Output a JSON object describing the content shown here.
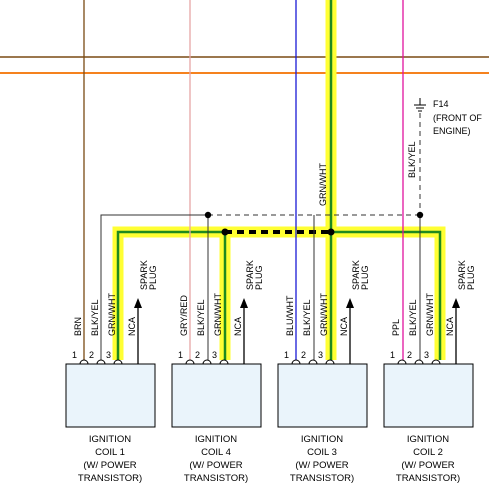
{
  "ground": {
    "id": "F14",
    "line1": "(FRONT OF",
    "line2": "ENGINE)"
  },
  "ground_wire_color": "BLK/YEL",
  "top_wire_color": "GRN/WHT",
  "colors": {
    "brown": "#7a4a14",
    "pink_wire": "#e6a6a6",
    "blue": "#1a1ad6",
    "magenta": "#e0139e",
    "orange": "#f5821e",
    "highlight_yellow": "#ffff33",
    "wire_green": "#1e8a1e",
    "box_fill": "#eaf4fb"
  },
  "coils": [
    {
      "name_line1": "IGNITION",
      "name_line2": "COIL 1",
      "name_line3": "(W/ POWER",
      "name_line4": "TRANSISTOR)",
      "pins": [
        {
          "num": "1",
          "wire": "BRN"
        },
        {
          "num": "2",
          "wire": "BLK/YEL"
        },
        {
          "num": "3",
          "wire": "GRN/WHT"
        }
      ],
      "nca": "NCA",
      "spark_line1": "SPARK",
      "spark_line2": "PLUG"
    },
    {
      "name_line1": "IGNITION",
      "name_line2": "COIL 4",
      "name_line3": "(W/ POWER",
      "name_line4": "TRANSISTOR)",
      "pins": [
        {
          "num": "1",
          "wire": "GRY/RED"
        },
        {
          "num": "2",
          "wire": "BLK/YEL"
        },
        {
          "num": "3",
          "wire": "GRN/WHT"
        }
      ],
      "nca": "NCA",
      "spark_line1": "SPARK",
      "spark_line2": "PLUG"
    },
    {
      "name_line1": "IGNITION",
      "name_line2": "COIL 3",
      "name_line3": "(W/ POWER",
      "name_line4": "TRANSISTOR)",
      "pins": [
        {
          "num": "1",
          "wire": "BLU/WHT"
        },
        {
          "num": "2",
          "wire": "BLK/YEL"
        },
        {
          "num": "3",
          "wire": "GRN/WHT"
        }
      ],
      "nca": "NCA",
      "spark_line1": "SPARK",
      "spark_line2": "PLUG"
    },
    {
      "name_line1": "IGNITION",
      "name_line2": "COIL 2",
      "name_line3": "(W/ POWER",
      "name_line4": "TRANSISTOR)",
      "pins": [
        {
          "num": "1",
          "wire": "PPL"
        },
        {
          "num": "2",
          "wire": "BLK/YEL"
        },
        {
          "num": "3",
          "wire": "GRN/WHT"
        }
      ],
      "nca": "NCA",
      "spark_line1": "SPARK",
      "spark_line2": "PLUG"
    }
  ]
}
